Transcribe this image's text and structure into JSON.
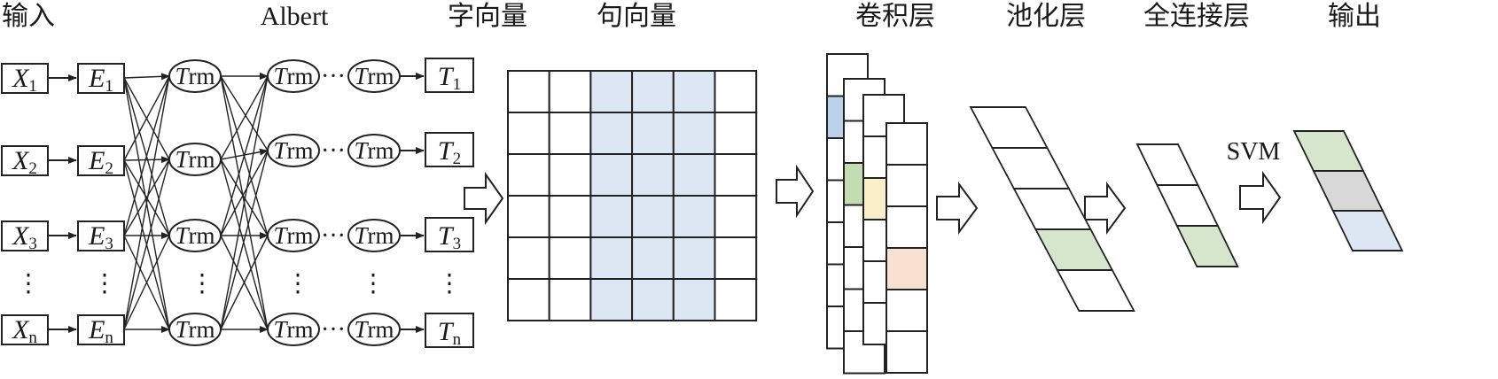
{
  "captions": {
    "input": "输入",
    "albert": "Albert",
    "char_vec": "字向量",
    "sent_vec": "句向量",
    "conv": "卷积层",
    "pool": "池化层",
    "fc": "全连接层",
    "output": "输出"
  },
  "rows": [
    {
      "x_base": "X",
      "x_sub": "1",
      "e_base": "E",
      "e_sub": "1",
      "t_base": "T",
      "t_sub": "1"
    },
    {
      "x_base": "X",
      "x_sub": "2",
      "e_base": "E",
      "e_sub": "2",
      "t_base": "T",
      "t_sub": "2"
    },
    {
      "x_base": "X",
      "x_sub": "3",
      "e_base": "E",
      "e_sub": "3",
      "t_base": "T",
      "t_sub": "3"
    },
    {
      "x_base": "X",
      "x_sub": "n",
      "e_base": "E",
      "e_sub": "n",
      "t_base": "T",
      "t_sub": "n"
    }
  ],
  "trm": {
    "first": "T",
    "rest": "rm"
  },
  "ellipsis_h": "···",
  "ellipsis_v": "⋮",
  "svm_label": "SVM",
  "colors": {
    "blue": "#dce7f3",
    "blue_strong": "#bcd2ea",
    "green": "#d6e6cc",
    "green_strong": "#c3dcb1",
    "yellow": "#fbefc9",
    "peach": "#f8e1d0",
    "gray": "#d8d8d8"
  }
}
